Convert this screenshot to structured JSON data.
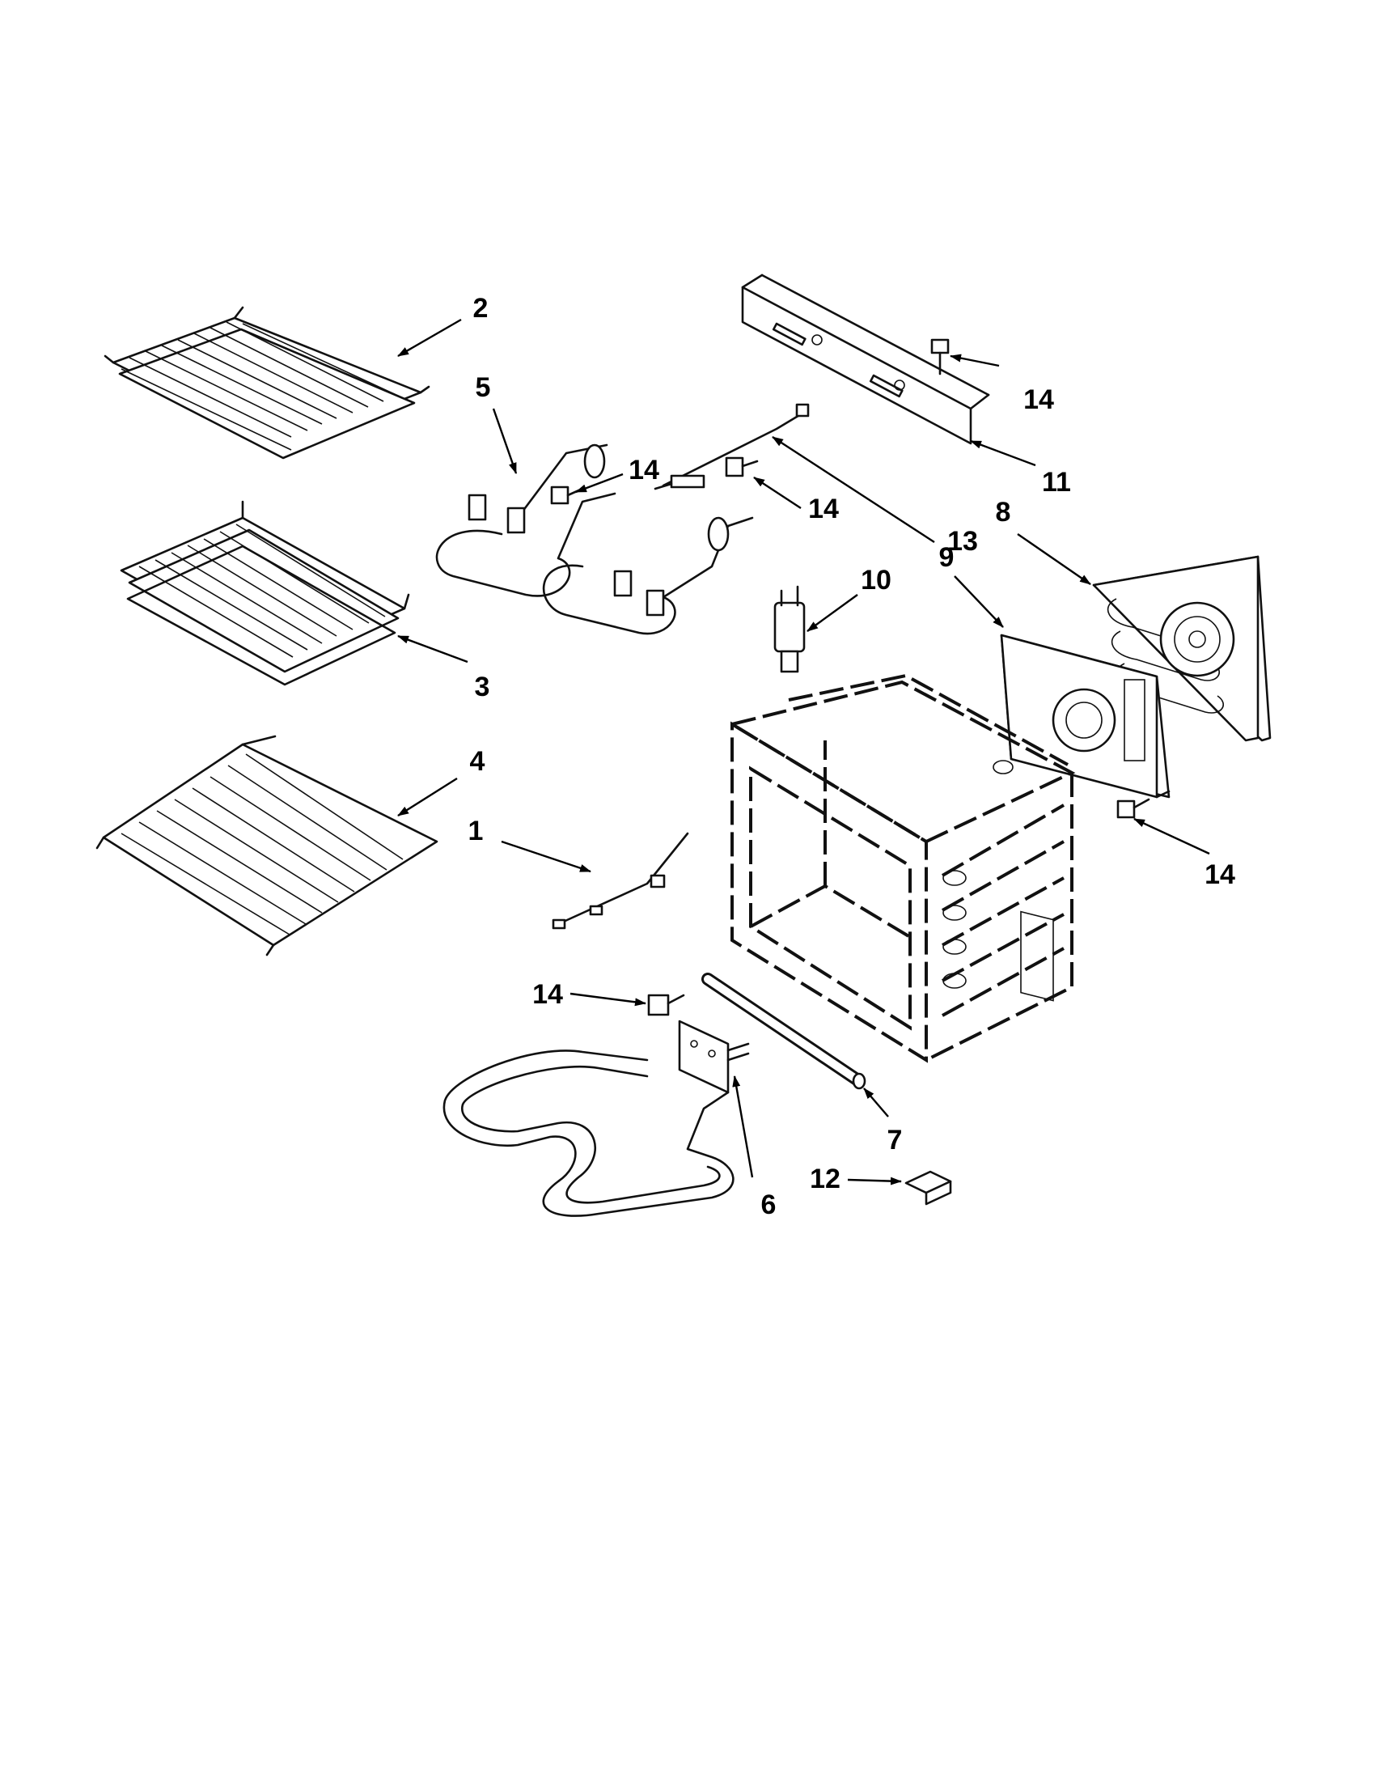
{
  "diagram": {
    "callouts": [
      {
        "id": "c1",
        "label": "1"
      },
      {
        "id": "c2",
        "label": "2"
      },
      {
        "id": "c3",
        "label": "3"
      },
      {
        "id": "c4",
        "label": "4"
      },
      {
        "id": "c5",
        "label": "5"
      },
      {
        "id": "c6",
        "label": "6"
      },
      {
        "id": "c7",
        "label": "7"
      },
      {
        "id": "c8",
        "label": "8"
      },
      {
        "id": "c9",
        "label": "9"
      },
      {
        "id": "c10",
        "label": "10"
      },
      {
        "id": "c11",
        "label": "11"
      },
      {
        "id": "c12",
        "label": "12"
      },
      {
        "id": "c13",
        "label": "13"
      },
      {
        "id": "c14a",
        "label": "14"
      },
      {
        "id": "c14b",
        "label": "14"
      },
      {
        "id": "c14c",
        "label": "14"
      },
      {
        "id": "c14d",
        "label": "14"
      },
      {
        "id": "c14e",
        "label": "14"
      }
    ]
  }
}
